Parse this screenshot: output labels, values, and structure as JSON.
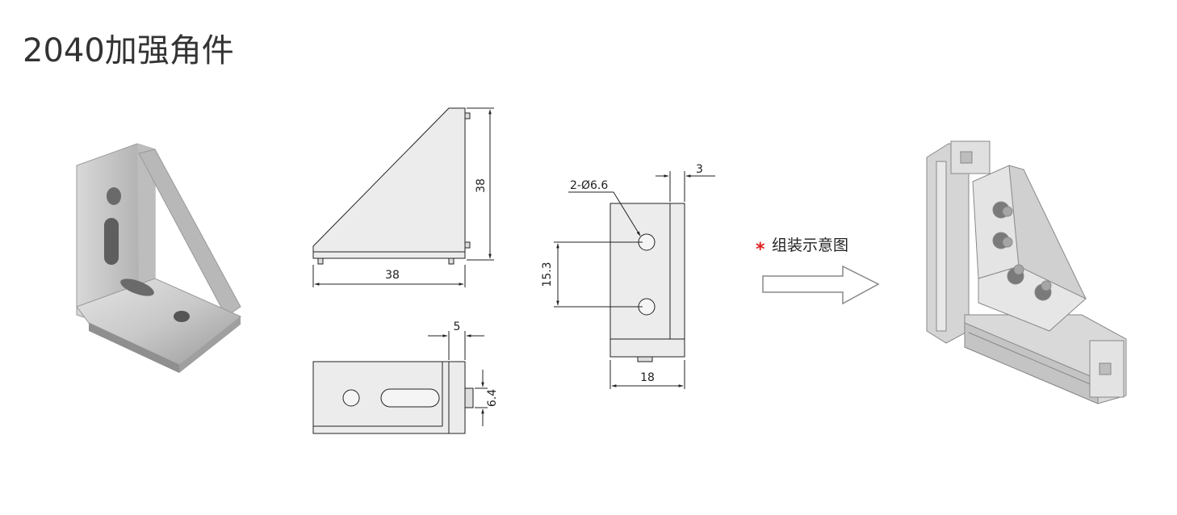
{
  "title": "2040加强角件",
  "dimensions": {
    "side_height": "38",
    "side_width": "38",
    "bottom_offset": "5",
    "bottom_height": "6.4",
    "hole_spec": "2-Ø6.6",
    "thickness": "3",
    "hole_spacing": "15.3",
    "front_width": "18"
  },
  "assembly": {
    "marker": "*",
    "label": "组装示意图"
  },
  "colors": {
    "line": "#222222",
    "part_fill": "#e6e6e6",
    "marker": "#e02020"
  }
}
